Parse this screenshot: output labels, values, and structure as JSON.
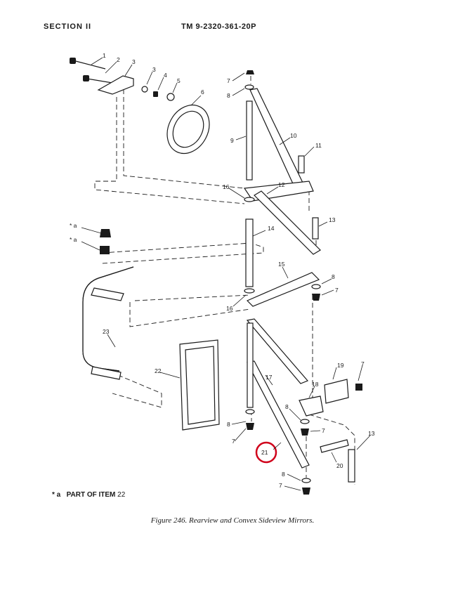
{
  "header": {
    "section": "SECTION II",
    "tm_number": "TM 9-2320-361-20P"
  },
  "callouts": [
    {
      "id": "c1",
      "label": "1"
    },
    {
      "id": "c2",
      "label": "2"
    },
    {
      "id": "c3a",
      "label": "3"
    },
    {
      "id": "c3b",
      "label": "3"
    },
    {
      "id": "c4",
      "label": "4"
    },
    {
      "id": "c5",
      "label": "5"
    },
    {
      "id": "c6",
      "label": "6"
    },
    {
      "id": "c7a",
      "label": "7"
    },
    {
      "id": "c8a",
      "label": "8"
    },
    {
      "id": "c9",
      "label": "9"
    },
    {
      "id": "c10",
      "label": "10"
    },
    {
      "id": "c11",
      "label": "11"
    },
    {
      "id": "c12",
      "label": "12"
    },
    {
      "id": "c16a",
      "label": "16"
    },
    {
      "id": "c14",
      "label": "14"
    },
    {
      "id": "c13a",
      "label": "13"
    },
    {
      "id": "c15",
      "label": "15"
    },
    {
      "id": "c8b",
      "label": "8"
    },
    {
      "id": "c7b",
      "label": "7"
    },
    {
      "id": "c16b",
      "label": "16"
    },
    {
      "id": "ca1",
      "label": "* a"
    },
    {
      "id": "ca2",
      "label": "* a"
    },
    {
      "id": "c23",
      "label": "23"
    },
    {
      "id": "c22",
      "label": "22"
    },
    {
      "id": "c17",
      "label": "17"
    },
    {
      "id": "c18",
      "label": "18"
    },
    {
      "id": "c19",
      "label": "19"
    },
    {
      "id": "c7c",
      "label": "7"
    },
    {
      "id": "c8c",
      "label": "8"
    },
    {
      "id": "c7d",
      "label": "7"
    },
    {
      "id": "c8d",
      "label": "8"
    },
    {
      "id": "c7e",
      "label": "7"
    },
    {
      "id": "c21",
      "label": "21"
    },
    {
      "id": "c13b",
      "label": "13"
    },
    {
      "id": "c20",
      "label": "20"
    },
    {
      "id": "c8e",
      "label": "8"
    },
    {
      "id": "c7f",
      "label": "7"
    }
  ],
  "legend": {
    "marker": "* a",
    "text": "PART OF ITEM",
    "item": "22"
  },
  "caption": "Figure 246. Rearview and Convex Sideview Mirrors.",
  "highlight_color": "#d0021b"
}
